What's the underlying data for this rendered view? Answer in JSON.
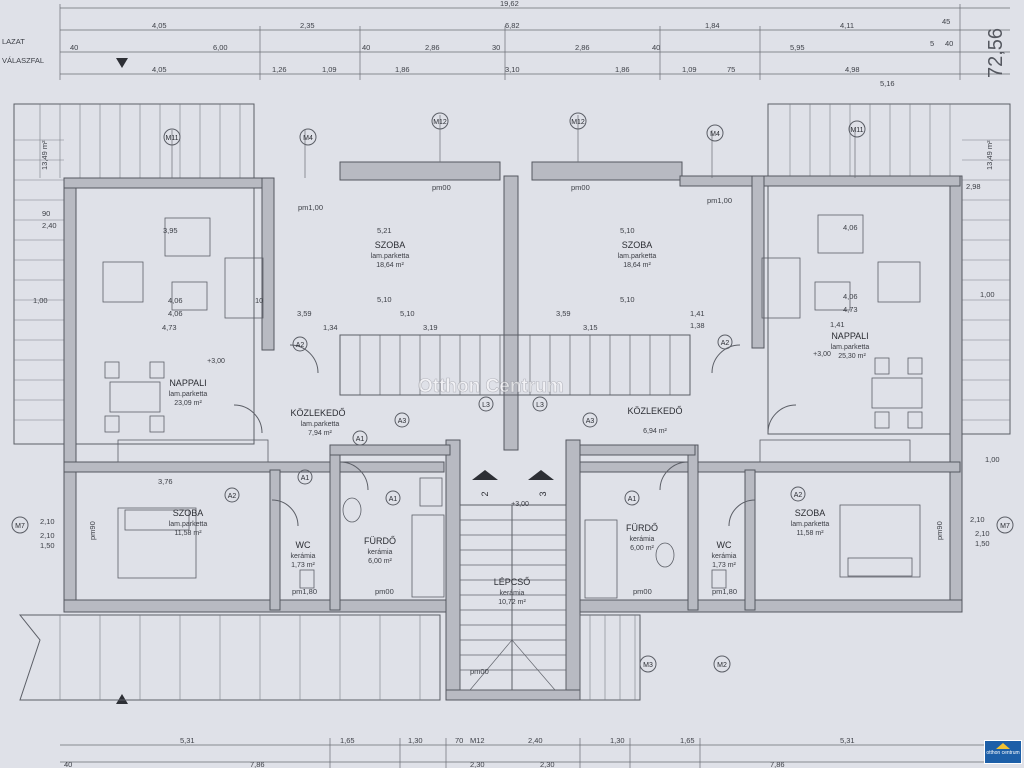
{
  "watermark": "Otthon Centrum",
  "total_area": "72,56",
  "rooms": [
    {
      "name": "SZOBA",
      "floor": "lam.parketta",
      "area": "18,64 m²"
    },
    {
      "name": "SZOBA",
      "floor": "lam.parketta",
      "area": "18,64 m²"
    },
    {
      "name": "NAPPALI",
      "floor": "lam.parketta",
      "area": "23,09 m²"
    },
    {
      "name": "NAPPALI",
      "floor": "lam.parketta",
      "area": "25,30 m²"
    },
    {
      "name": "KÖZLEKEDŐ",
      "floor": "lam.parketta",
      "area": "7,94 m²"
    },
    {
      "name": "KÖZLEKEDŐ",
      "floor": "",
      "area": "6,94 m²"
    },
    {
      "name": "SZOBA",
      "floor": "lam.parketta",
      "area": "11,58 m²"
    },
    {
      "name": "SZOBA",
      "floor": "lam.parketta",
      "area": "11,58 m²"
    },
    {
      "name": "WC",
      "floor": "kerámia",
      "area": "1,73 m²"
    },
    {
      "name": "WC",
      "floor": "kerámia",
      "area": "1,73 m²"
    },
    {
      "name": "FÜRDŐ",
      "floor": "kerámia",
      "area": "6,00 m²"
    },
    {
      "name": "FÜRDŐ",
      "floor": "kerámia",
      "area": "6,00 m²"
    },
    {
      "name": "LÉPCSŐ",
      "floor": "kerámia",
      "area": "10,72 m²"
    }
  ],
  "labels": {
    "row1_label": "LAZAT",
    "row2_label": "VÁLASZFAL",
    "overall_top": "19,62",
    "row1": [
      "4,05",
      "2,35",
      "6,82",
      "1,84",
      "4,11",
      "45"
    ],
    "row2": [
      "40",
      "6,00",
      "40",
      "2,86",
      "30",
      "2,86",
      "40",
      "5,95",
      "5",
      "40"
    ],
    "row3": [
      "4,05",
      "1,26",
      "1,09",
      "1,86",
      "3,10",
      "1,86",
      "1,09",
      "75",
      "4,98"
    ],
    "right_top": "5,16",
    "bottom_row": [
      "5,31",
      "1,65",
      "1,30",
      "70",
      "M12",
      "2,40",
      "1,30",
      "1,65",
      "5,31"
    ],
    "bottom_row2": [
      "40",
      "7,86",
      "2,30",
      "2,30",
      "7,86"
    ],
    "plus300": [
      "+3,00",
      "+3,00",
      "+3,00"
    ],
    "windows": [
      "M11",
      "M4",
      "M12",
      "M12",
      "M4",
      "M11",
      "M7",
      "M7",
      "M3",
      "M2"
    ],
    "doors": [
      "A2",
      "A2",
      "A3",
      "A1",
      "A1",
      "A1",
      "A1",
      "A2",
      "A2",
      "A3",
      "L3",
      "L3"
    ],
    "stair_marks": [
      "2",
      "3"
    ],
    "misc": [
      "pm1,00",
      "pm1,00",
      "pm00",
      "pm00",
      "pm1,80",
      "pm1,80",
      "pm90",
      "pm90",
      "pm00",
      "pm00",
      "pm00"
    ],
    "inner_dims": [
      "3,95",
      "4,06",
      "4,06",
      "4,73",
      "5,21",
      "5,10",
      "5,10",
      "5,10",
      "5,10",
      "4,06",
      "4,06",
      "4,73",
      "1,41",
      "3,59",
      "3,59",
      "1,41",
      "1,34",
      "3,19",
      "3,15",
      "1,38",
      "3,76",
      "1,00",
      "1,00",
      "2,10",
      "2,10",
      "10",
      "2,40",
      "90",
      "1,00",
      "2,98",
      "2,10",
      "1,50",
      "2,10",
      "1,50",
      "13,49 m²",
      "13,49 m²"
    ]
  },
  "logo": {
    "text": "otthon centrum"
  },
  "colors": {
    "paper": "#dfe1e8",
    "wall": "#b8bac2",
    "line": "#555860",
    "logo": "#1d5fa8"
  }
}
